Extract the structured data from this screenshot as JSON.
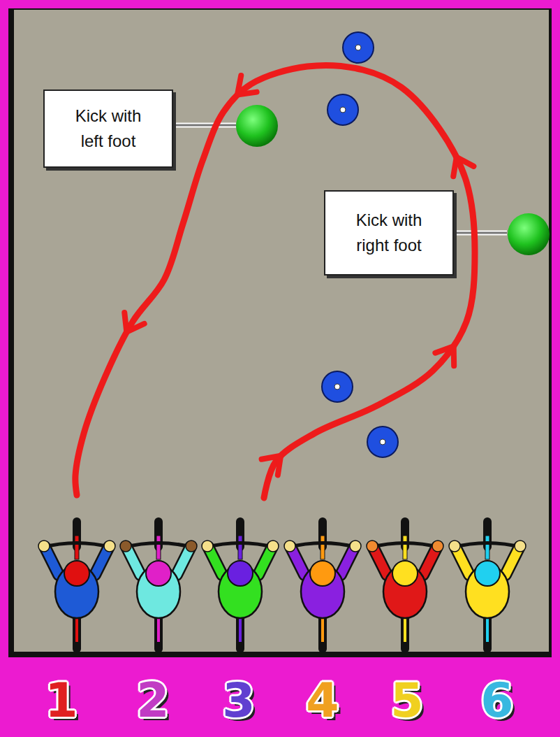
{
  "diagram": {
    "nodes": [
      {
        "text": [
          "Kick with left foot"
        ]
      },
      {
        "text": [
          "Kick with right foot"
        ]
      }
    ],
    "labels": [
      "1",
      "2",
      "3",
      "4",
      "5",
      "6"
    ]
  }
}
